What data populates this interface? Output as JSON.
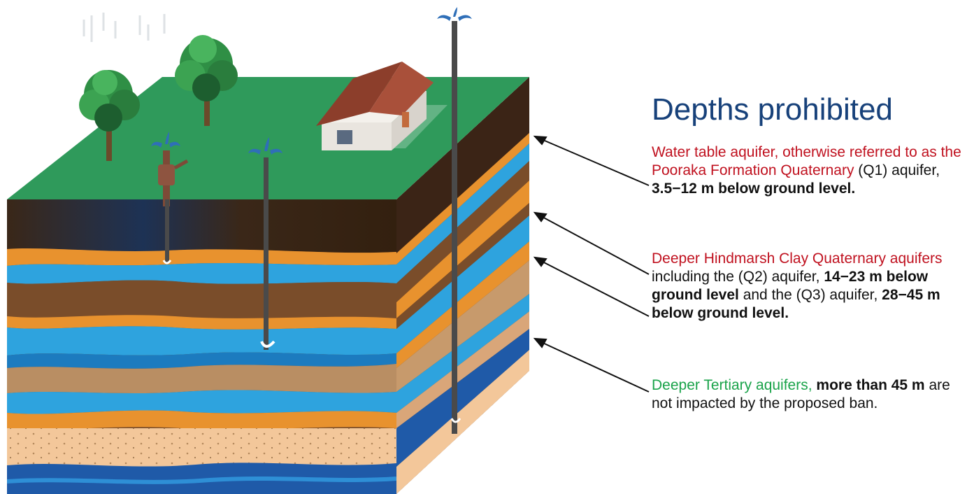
{
  "title": "Depths prohibited",
  "notes": {
    "q1": {
      "red": "Water table aquifer, otherwise referred to as the Pooraka Formation Quaternary",
      "plain1": " (Q1) aquifer, ",
      "bold1": "3.5−12 m below ground level."
    },
    "q2q3": {
      "red": "Deeper Hindmarsh Clay Quaternary aquifers",
      "plain1": " including the (Q2) aquifer, ",
      "bold1": "14−23 m below ground level",
      "plain2": " and the (Q3) aquifer, ",
      "bold2": "28−45 m below ground level."
    },
    "tertiary": {
      "green": "Deeper Tertiary aquifers, ",
      "bold1": "more than 45 m",
      "plain1": " are not impacted by the proposed ban."
    }
  },
  "colors": {
    "title": "#17417a",
    "red_text": "#c0111f",
    "green_text": "#1aa34a",
    "grass": "#2f9a5b",
    "topsoil": "#3b2416",
    "brown_layer": "#7a4d2a",
    "orange_layer": "#e8922e",
    "water_layer": "#2ea3de",
    "deep_water": "#1f5aa8",
    "sand": "#f3c79a",
    "bore": "#4a4a4a"
  },
  "icons": [
    "tree-icon",
    "house-icon",
    "hand-pump-icon",
    "water-spout-icon",
    "bore-return-icon"
  ]
}
